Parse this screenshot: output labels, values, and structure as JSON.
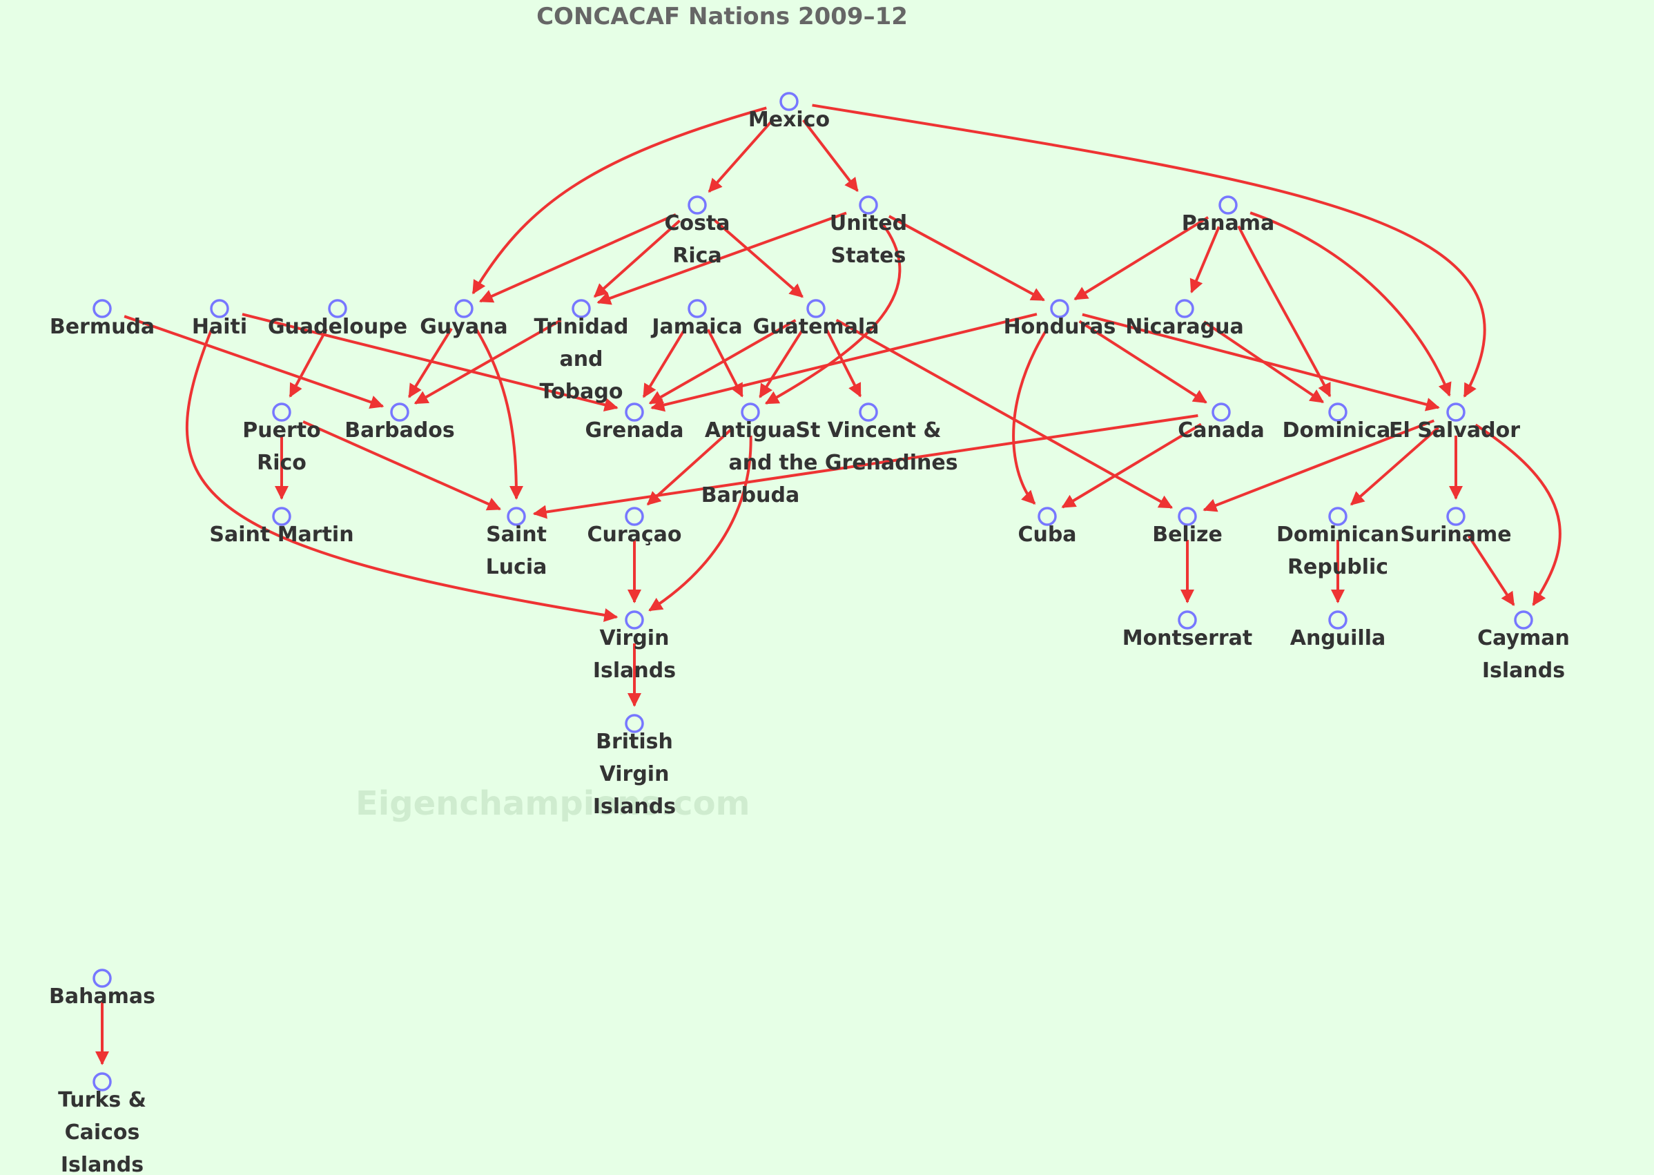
{
  "title": "CONCACAF Nations 2009–12",
  "watermark": "Eigenchampions.com",
  "colors": {
    "background": "#e6ffe6",
    "node": "#7777ff",
    "edge": "#ee3333",
    "label": "#333333",
    "title": "#666666"
  },
  "nodes": [
    {
      "id": "mexico",
      "label": [
        "Mexico"
      ]
    },
    {
      "id": "costa_rica",
      "label": [
        "Costa",
        "Rica"
      ]
    },
    {
      "id": "united_states",
      "label": [
        "United",
        "States"
      ]
    },
    {
      "id": "panama",
      "label": [
        "Panama"
      ]
    },
    {
      "id": "bermuda",
      "label": [
        "Bermuda"
      ]
    },
    {
      "id": "haiti",
      "label": [
        "Haiti"
      ]
    },
    {
      "id": "guadeloupe",
      "label": [
        "Guadeloupe"
      ]
    },
    {
      "id": "guyana",
      "label": [
        "Guyana"
      ]
    },
    {
      "id": "trinidad",
      "label": [
        "Trinidad",
        "and",
        "Tobago"
      ]
    },
    {
      "id": "jamaica",
      "label": [
        "Jamaica"
      ]
    },
    {
      "id": "guatemala",
      "label": [
        "Guatemala"
      ]
    },
    {
      "id": "honduras",
      "label": [
        "Honduras"
      ]
    },
    {
      "id": "nicaragua",
      "label": [
        "Nicaragua"
      ]
    },
    {
      "id": "puerto_rico",
      "label": [
        "Puerto",
        "Rico"
      ]
    },
    {
      "id": "barbados",
      "label": [
        "Barbados"
      ]
    },
    {
      "id": "grenada",
      "label": [
        "Grenada"
      ]
    },
    {
      "id": "antigua",
      "label": [
        "Antigua",
        "and",
        "Barbuda"
      ]
    },
    {
      "id": "st_vincent",
      "label": [
        "St Vincent &",
        "the Grenadines"
      ]
    },
    {
      "id": "canada",
      "label": [
        "Canada"
      ]
    },
    {
      "id": "dominica",
      "label": [
        "Dominica"
      ]
    },
    {
      "id": "el_salvador",
      "label": [
        "El Salvador"
      ]
    },
    {
      "id": "saint_martin",
      "label": [
        "Saint Martin"
      ]
    },
    {
      "id": "saint_lucia",
      "label": [
        "Saint",
        "Lucia"
      ]
    },
    {
      "id": "curacao",
      "label": [
        "Curaçao"
      ]
    },
    {
      "id": "cuba",
      "label": [
        "Cuba"
      ]
    },
    {
      "id": "belize",
      "label": [
        "Belize"
      ]
    },
    {
      "id": "dominican_rep",
      "label": [
        "Dominican",
        "Republic"
      ]
    },
    {
      "id": "suriname",
      "label": [
        "Suriname"
      ]
    },
    {
      "id": "virgin_islands",
      "label": [
        "Virgin",
        "Islands"
      ]
    },
    {
      "id": "montserrat",
      "label": [
        "Montserrat"
      ]
    },
    {
      "id": "anguilla",
      "label": [
        "Anguilla"
      ]
    },
    {
      "id": "cayman",
      "label": [
        "Cayman",
        "Islands"
      ]
    },
    {
      "id": "bvi",
      "label": [
        "British",
        "Virgin",
        "Islands"
      ]
    },
    {
      "id": "bahamas",
      "label": [
        "Bahamas"
      ]
    },
    {
      "id": "turks_caicos",
      "label": [
        "Turks &",
        "Caicos",
        "Islands"
      ]
    }
  ],
  "edges": [
    [
      "mexico",
      "costa_rica"
    ],
    [
      "mexico",
      "united_states"
    ],
    [
      "mexico",
      "guyana"
    ],
    [
      "mexico",
      "el_salvador"
    ],
    [
      "costa_rica",
      "guyana"
    ],
    [
      "costa_rica",
      "trinidad"
    ],
    [
      "costa_rica",
      "guatemala"
    ],
    [
      "united_states",
      "trinidad"
    ],
    [
      "united_states",
      "honduras"
    ],
    [
      "united_states",
      "antigua"
    ],
    [
      "panama",
      "honduras"
    ],
    [
      "panama",
      "nicaragua"
    ],
    [
      "panama",
      "dominica"
    ],
    [
      "panama",
      "el_salvador"
    ],
    [
      "bermuda",
      "barbados"
    ],
    [
      "haiti",
      "grenada"
    ],
    [
      "haiti",
      "virgin_islands"
    ],
    [
      "guadeloupe",
      "puerto_rico"
    ],
    [
      "guyana",
      "barbados"
    ],
    [
      "guyana",
      "saint_lucia"
    ],
    [
      "trinidad",
      "barbados"
    ],
    [
      "jamaica",
      "grenada"
    ],
    [
      "jamaica",
      "antigua"
    ],
    [
      "guatemala",
      "grenada"
    ],
    [
      "guatemala",
      "antigua"
    ],
    [
      "guatemala",
      "st_vincent"
    ],
    [
      "guatemala",
      "belize"
    ],
    [
      "honduras",
      "grenada"
    ],
    [
      "honduras",
      "cuba"
    ],
    [
      "honduras",
      "canada"
    ],
    [
      "honduras",
      "el_salvador"
    ],
    [
      "nicaragua",
      "dominica"
    ],
    [
      "puerto_rico",
      "saint_martin"
    ],
    [
      "puerto_rico",
      "saint_lucia"
    ],
    [
      "antigua",
      "curacao"
    ],
    [
      "antigua",
      "virgin_islands"
    ],
    [
      "canada",
      "saint_lucia"
    ],
    [
      "canada",
      "cuba"
    ],
    [
      "el_salvador",
      "belize"
    ],
    [
      "el_salvador",
      "dominican_rep"
    ],
    [
      "el_salvador",
      "suriname"
    ],
    [
      "el_salvador",
      "cayman"
    ],
    [
      "curacao",
      "virgin_islands"
    ],
    [
      "virgin_islands",
      "bvi"
    ],
    [
      "belize",
      "montserrat"
    ],
    [
      "dominican_rep",
      "anguilla"
    ],
    [
      "suriname",
      "cayman"
    ],
    [
      "bahamas",
      "turks_caicos"
    ]
  ]
}
